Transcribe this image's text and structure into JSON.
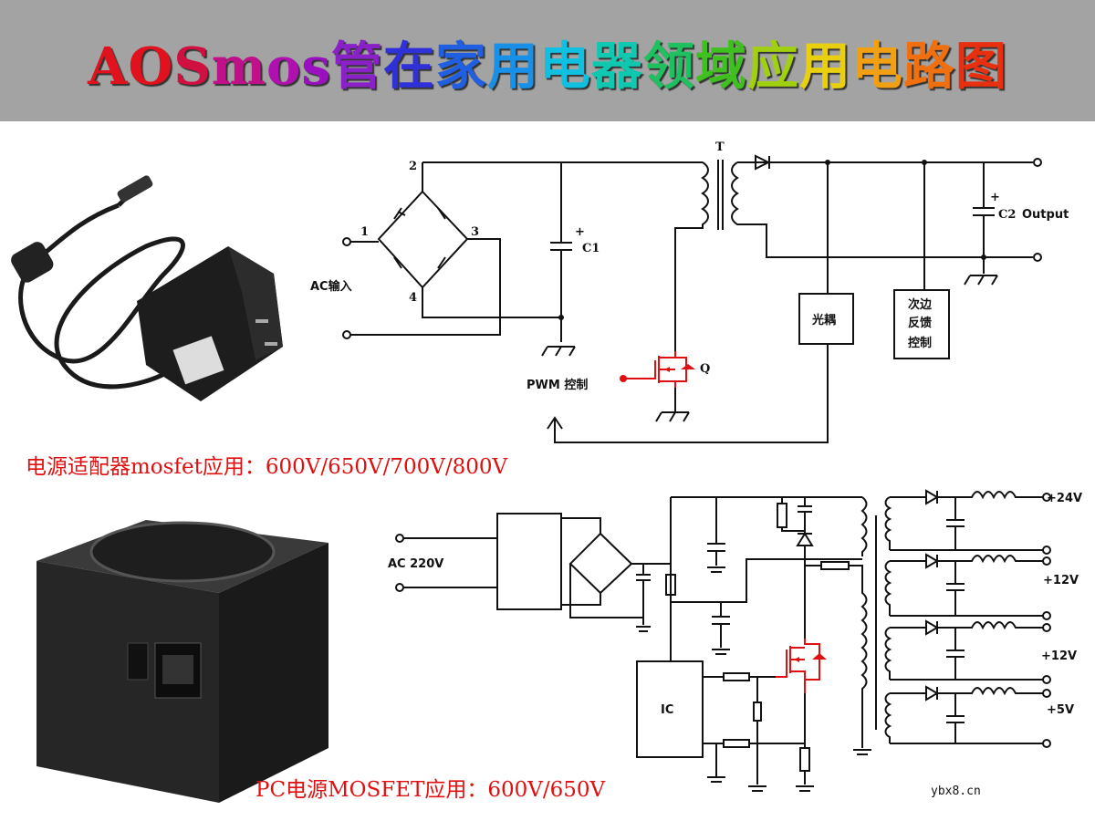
{
  "title": {
    "chars": [
      "A",
      "O",
      "S",
      "m",
      "o",
      "s",
      "管",
      "在",
      "家",
      "用",
      "电",
      "器",
      "领",
      "域",
      "应",
      "用",
      "电",
      "路",
      "图"
    ],
    "colors": [
      "#e0121e",
      "#e0121e",
      "#d01040",
      "#c0108a",
      "#b010b0",
      "#9a10c0",
      "#8a20c8",
      "#3030d8",
      "#2060e0",
      "#1890e8",
      "#10c0e0",
      "#10c8b0",
      "#20c060",
      "#40c020",
      "#a0d010",
      "#e8d010",
      "#f0a010",
      "#f07010",
      "#e83010"
    ],
    "text": "AOSmos管在家用电器领域应用电路图"
  },
  "captions": {
    "adapter": "电源适配器mosfet应用：600V/650V/700V/800V",
    "pc": "PC电源MOSFET应用：600V/650V"
  },
  "watermark": "ybx8.cn",
  "schematic_top": {
    "labels": {
      "t": "T",
      "n1": "1",
      "n2": "2",
      "n3": "3",
      "n4": "4",
      "ac_in": "AC输入",
      "c1": "C1",
      "c2": "C2",
      "output": "Output",
      "q": "Q",
      "pwm": "PWM 控制",
      "optocoupler": "光耦",
      "feedback": [
        "次边",
        "反馈",
        "控制"
      ],
      "plus": "+"
    }
  },
  "schematic_bottom": {
    "labels": {
      "ac": "AC 220V",
      "ic": "IC",
      "outputs": [
        "+24V",
        "+12V",
        "+12V",
        "+5V"
      ]
    }
  },
  "colors": {
    "accent": "#e01010",
    "banner": "#a3a3a3"
  }
}
